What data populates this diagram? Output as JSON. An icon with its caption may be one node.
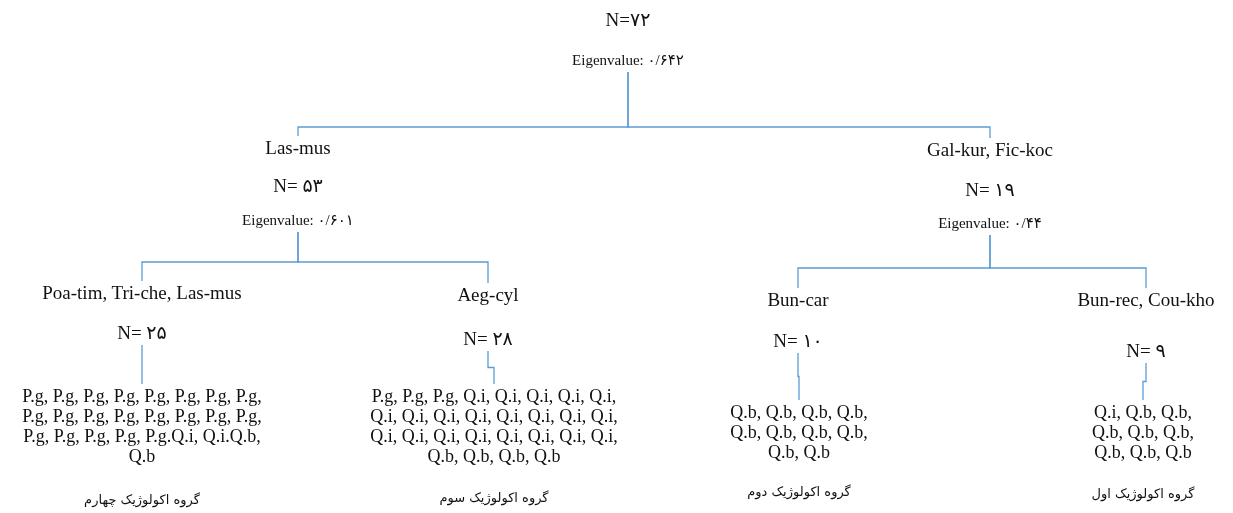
{
  "diagram": {
    "nodes": [
      {
        "text": [
          "N=۷۲",
          "Eigenvalue: ۰/۶۴۲"
        ]
      },
      {
        "text": [
          "Las-mus",
          "N= ۵۳",
          "Eigenvalue: ۰/۶۰۱"
        ]
      },
      {
        "text": [
          "Gal-kur, Fic-koc",
          "N= ۱۹",
          "Eigenvalue: ۰/۴۴"
        ]
      },
      {
        "text": [
          "Poa-tim, Tri-che, Las-mus",
          "N= ۲۵"
        ]
      },
      {
        "text": [
          "Aeg-cyl",
          "N= ۲۸"
        ]
      },
      {
        "text": [
          "Bun-car",
          "N= ۱۰"
        ]
      },
      {
        "text": [
          "Bun-rec, Cou-kho",
          "N= ۹"
        ]
      },
      {
        "text": [
          "P.g, P.g, P.g, P.g, P.g, P.g, P.g, P.g, P.g, P.g, P.g, P.g, P.g, P.g, P.g, P.g, P.g, P.g, P.g, P.g, P.g.Q.i, Q.i.Q.b, Q.b"
        ],
        "beside": [
          "گروه اکولوژیک چهارم"
        ]
      },
      {
        "text": [
          "P.g, P.g, P.g, Q.i, Q.i, Q.i, Q.i, Q.i, Q.i, Q.i, Q.i, Q.i, Q.i, Q.i, Q.i, Q.i, Q.i, Q.i, Q.i, Q.i, Q.i, Q.i, Q.i, Q.i, Q.b, Q.b, Q.b, Q.b"
        ],
        "beside": [
          "گروه اکولوژیک سوم"
        ]
      },
      {
        "text": [
          "Q.b, Q.b, Q.b, Q.b, Q.b, Q.b, Q.b, Q.b, Q.b, Q.b"
        ],
        "beside": [
          "گروه اکولوژیک دوم"
        ]
      },
      {
        "text": [
          "Q.i, Q.b, Q.b, Q.b, Q.b, Q.b, Q.b, Q.b, Q.b"
        ],
        "beside": [
          "گروه اکولوژیک اول"
        ]
      }
    ],
    "edges": [
      {
        "from": 0,
        "to": 1,
        "arrow": "none"
      },
      {
        "from": 0,
        "to": 2,
        "arrow": "none"
      },
      {
        "from": 1,
        "to": 3,
        "arrow": "none"
      },
      {
        "from": 1,
        "to": 4,
        "arrow": "none"
      },
      {
        "from": 2,
        "to": 5,
        "arrow": "none"
      },
      {
        "from": 2,
        "to": 6,
        "arrow": "none"
      },
      {
        "from": 3,
        "to": 7,
        "arrow": "none"
      },
      {
        "from": 4,
        "to": 8,
        "arrow": "none"
      },
      {
        "from": 5,
        "to": 9,
        "arrow": "none"
      },
      {
        "from": 6,
        "to": 10,
        "arrow": "none"
      }
    ]
  }
}
